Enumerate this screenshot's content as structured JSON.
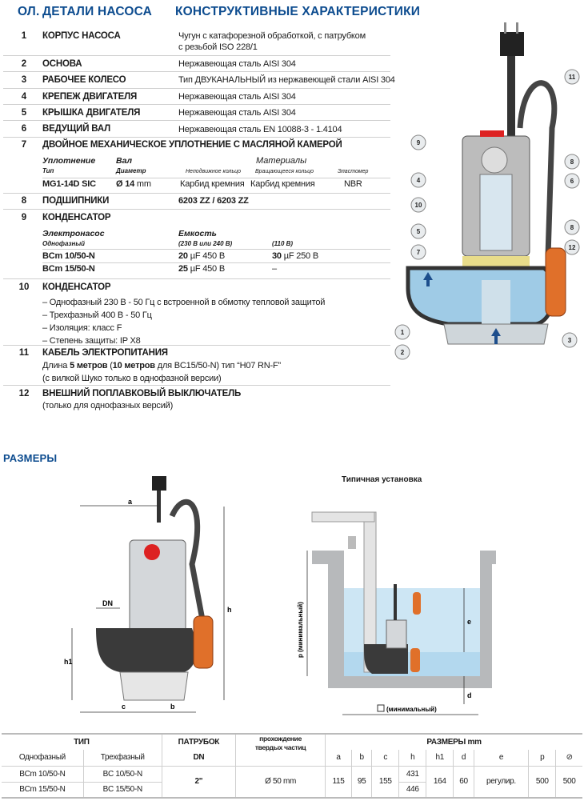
{
  "header": {
    "col_pos": "ОЛ.",
    "col_part": "ДЕТАЛИ НАСОСА",
    "col_spec": "КОНСТРУКТИВНЫЕ ХАРАКТЕРИСТИКИ"
  },
  "parts": [
    {
      "n": "1",
      "name": "КОРПУС НАСОСА",
      "spec": "Чугун с катафорезной обработкой, с  патрубком",
      "spec2": "с резьбой ISO 228/1"
    },
    {
      "n": "2",
      "name": "ОСНОВА",
      "spec": "Нержавеющая сталь AISI 304"
    },
    {
      "n": "3",
      "name": "РАБОЧЕЕ КОЛЕСО",
      "spec": "Тип ДВУКАНАЛЬНЫЙ из нержавеющей стали AISI 304"
    },
    {
      "n": "4",
      "name": "КРЕПЕЖ ДВИГАТЕЛЯ",
      "spec": "Нержавеющая сталь AISI 304"
    },
    {
      "n": "5",
      "name": "КРЫШКА ДВИГАТЕЛЯ",
      "spec": "Нержавеющая сталь AISI 304"
    },
    {
      "n": "6",
      "name": "ВЕДУЩИЙ ВАЛ",
      "spec": "Нержавеющая сталь EN 10088-3 - 1.4104"
    },
    {
      "n": "7",
      "name": "ДВОЙНОЕ МЕХАНИЧЕСКОЕ УПЛОТНЕНИЕ С МАСЛЯНОЙ КАМЕРОЙ"
    },
    {
      "n": "8",
      "name": "ПОДШИПНИКИ",
      "spec": "6203 ZZ / 6203 ZZ"
    },
    {
      "n": "9",
      "name": "КОНДЕНСАТОР"
    },
    {
      "n": "10",
      "name": "КОНДЕНСАТОР"
    },
    {
      "n": "11",
      "name": "КАБЕЛЬ ЭЛЕКТРОПИТАНИЯ"
    },
    {
      "n": "12",
      "name": "ВНЕШНИЙ ПОПЛАВКОВЫЙ ВЫКЛЮЧАТЕЛЬ",
      "note": "(только для однофазных версий)"
    }
  ],
  "seal": {
    "h_seal": "Уплотнение",
    "h_type": "Тип",
    "h_shaft": "Вал",
    "h_diam": "Диаметр",
    "h_materials": "Материалы",
    "h_fixed": "Неподвижное кольцо",
    "h_rot": "Вращающееся кольцо",
    "h_elast": "Эластомер",
    "type": "MG1-14D SIC",
    "diam": "Ø 14",
    "diam_unit": "mm",
    "fixed": "Карбид кремния",
    "rot": "Карбид кремния",
    "elast": "NBR"
  },
  "capacitor": {
    "h_pump": "Электронасос",
    "h_single": "Однофазный",
    "h_cap": "Емкость",
    "h_230": "(230 В или 240 В)",
    "h_110": "(110 В)",
    "rows": [
      {
        "model": "BCm 10/50-N",
        "v230": "20",
        "v230u": " µF 450 В",
        "v110": "30",
        "v110u": " µF 250 В"
      },
      {
        "model": "BCm 15/50-N",
        "v230": "25",
        "v230u": " µF 450 В",
        "v110": "",
        "v110u": "–"
      }
    ]
  },
  "motor": [
    "– Однофазный 230 В - 50 Гц с встроенной в обмотку тепловой защитой",
    "– Трехфазный 400 В - 50 Гц",
    "– Изоляция: класс F",
    "– Степень защиты: IP X8"
  ],
  "cable": {
    "a": "Длина ",
    "b": "5 метров",
    "c": " (",
    "d": "10 метров",
    "e": " для BC15/50-N)  тип “H07 RN-F”",
    "line2": "(с вилкой Шуко только в однофазной версии)"
  },
  "dims_title": "РАЗМЕРЫ",
  "install_title": "Типичная установка",
  "diagram_labels": {
    "a": "a",
    "b": "b",
    "c": "c",
    "h": "h",
    "h1": "h1",
    "dn": "DN",
    "p": "p (минимальный)",
    "e": "e",
    "d": "d",
    "min": "(минимальный)"
  },
  "callouts": [
    "1",
    "2",
    "3",
    "4",
    "5",
    "6",
    "7",
    "8",
    "8",
    "9",
    "10",
    "11",
    "12"
  ],
  "table": {
    "h_type": "ТИП",
    "h_port": "ПАТРУБОК",
    "h_solids": "прохождение",
    "h_solids2": "твердых частиц",
    "h_dims": "РАЗМЕРЫ mm",
    "h_single": "Однофазный",
    "h_three": "Трехфазный",
    "h_dn": "DN",
    "cols": [
      "a",
      "b",
      "c",
      "h",
      "h1",
      "d",
      "e",
      "p",
      "⊘"
    ],
    "rows": [
      {
        "single": "BCm 10/50-N",
        "three": "BC 10/50-N",
        "h": "431"
      },
      {
        "single": "BCm 15/50-N",
        "three": "BC 15/50-N",
        "h": "446"
      }
    ],
    "port": "2\"",
    "solids": "Ø 50 mm",
    "a": "115",
    "b": "95",
    "c": "155",
    "h1": "164",
    "d": "60",
    "e": "регулир.",
    "p": "500",
    "diag": "500"
  },
  "colors": {
    "heading": "#0d4c8f",
    "water": "#a9d4ec",
    "float": "#e0702a",
    "cast": "#3a3a3a"
  }
}
